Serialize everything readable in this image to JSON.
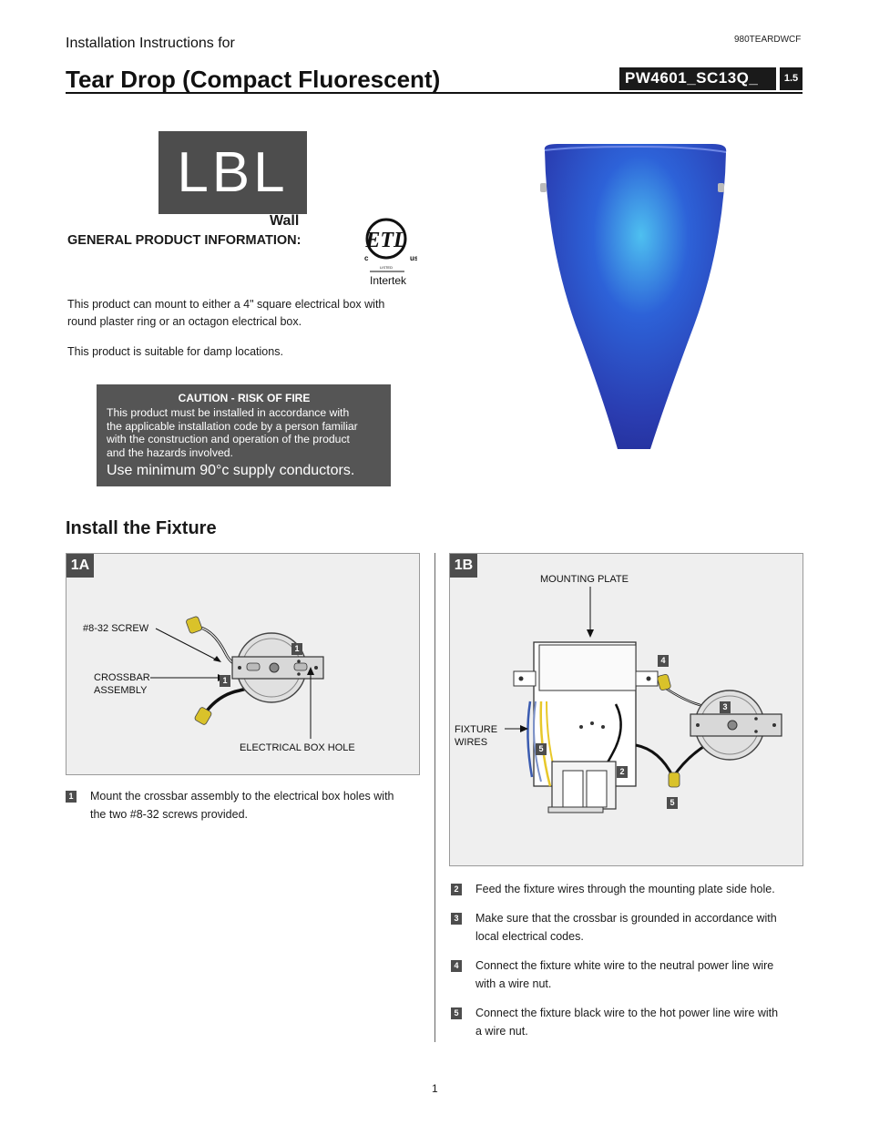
{
  "header": {
    "subtitle": "Installation Instructions for",
    "doc_code": "980TEARDWCF",
    "title": "Tear Drop (Compact Fluorescent)",
    "model": "PW4601_SC13Q_",
    "version": "1.5"
  },
  "brand": {
    "logo_text": "LBL",
    "category": "Wall",
    "general_info_heading": "GENERAL PRODUCT INFORMATION:",
    "cert_c": "c",
    "cert_us": "us",
    "cert_listed": "LISTED",
    "cert_name": "Intertek"
  },
  "info": {
    "para1_line1": "This product can mount to either a 4\" square electrical box with",
    "para1_line2": "round plaster ring or an octagon electrical box.",
    "para2": "This product is suitable for damp locations."
  },
  "caution": {
    "heading": "CAUTION - RISK OF FIRE",
    "line1": "This product must be installed in accordance with",
    "line2": "the applicable installation code by a person familiar",
    "line3": "with the construction and operation of the product",
    "line4": "and the hazards involved.",
    "footer": "Use minimum 90°c supply conductors."
  },
  "install": {
    "heading": "Install the Fixture",
    "panel_1a": {
      "tag": "1A",
      "screw_label": "#8-32 SCREW",
      "crossbar_line1": "CROSSBAR",
      "crossbar_line2": "ASSEMBLY",
      "box_hole_label": "ELECTRICAL BOX HOLE",
      "callout": "1"
    },
    "panel_1b": {
      "tag": "1B",
      "mounting_plate_label": "MOUNTING PLATE",
      "fixture_line1": "FIXTURE",
      "fixture_line2": "WIRES",
      "callouts": [
        "4",
        "3",
        "5",
        "2",
        "5"
      ]
    },
    "step1": {
      "num": "1",
      "line1": "Mount the crossbar assembly to the electrical box holes with",
      "line2": "the two #8-32 screws provided."
    },
    "steps": [
      {
        "num": "2",
        "line1": "Feed the fixture wires through the mounting plate side hole.",
        "line2": ""
      },
      {
        "num": "3",
        "line1": "Make sure that the crossbar is grounded in accordance with",
        "line2": "local electrical codes."
      },
      {
        "num": "4",
        "line1": "Connect the fixture white wire to the neutral power line wire",
        "line2": "with a wire nut."
      },
      {
        "num": "5",
        "line1": "Connect the fixture black wire to the hot power line wire with",
        "line2": "a wire nut."
      }
    ]
  },
  "footer": {
    "page": "1"
  }
}
